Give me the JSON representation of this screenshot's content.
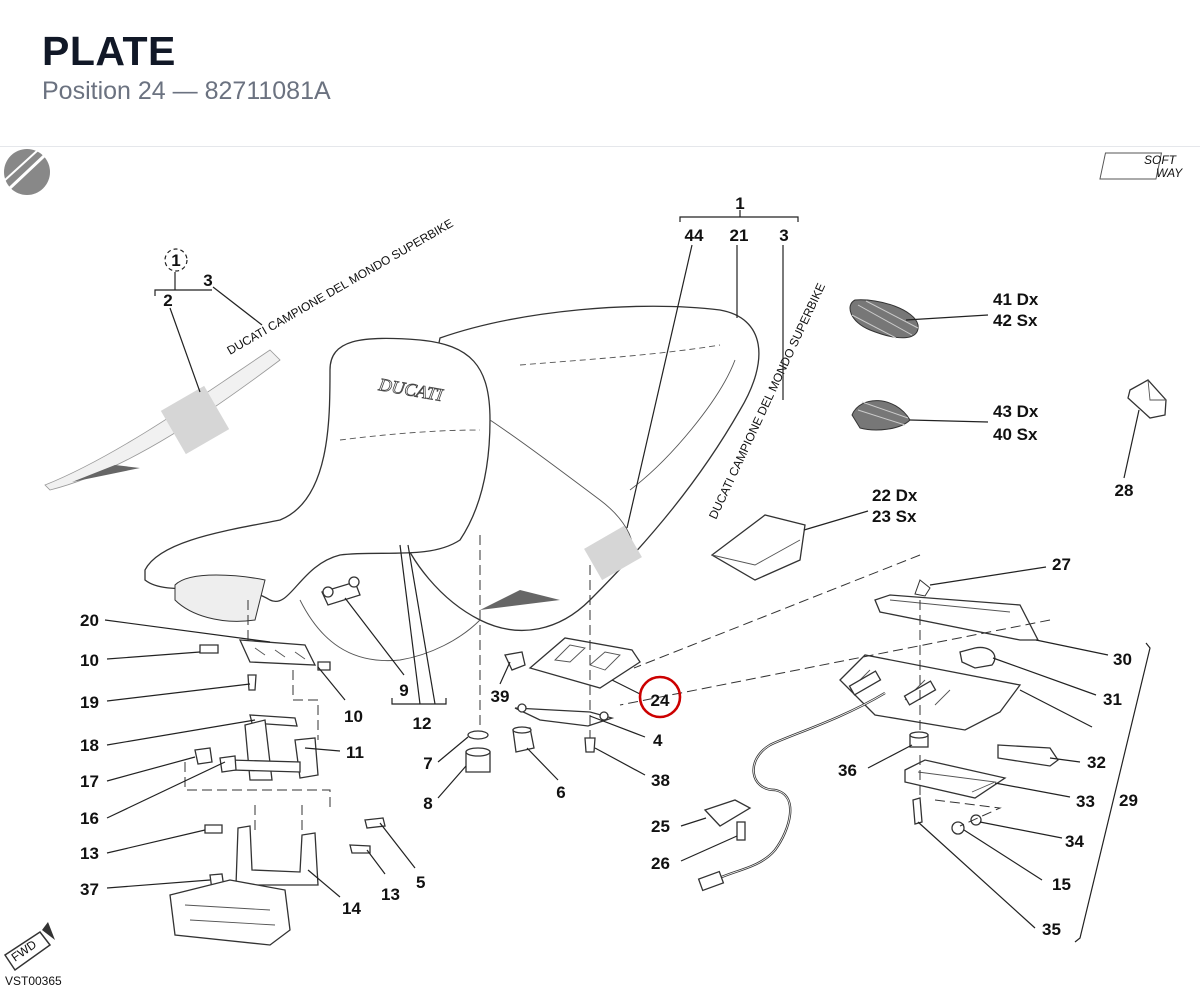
{
  "header": {
    "title": "PLATE",
    "position_label": "Position 24",
    "separator": "—",
    "part_number": "82711081A"
  },
  "diagram": {
    "code": "VST00365",
    "highlighted_callout": "24",
    "brand_mark": [
      "SOFT",
      "WAY"
    ],
    "fwd_badge": "FWD",
    "seat_logo": "DUCATI",
    "decal_text": "DUCATI CAMPIONE DEL MONDO SUPERBIKE",
    "callouts": [
      "1",
      "44",
      "21",
      "3",
      "2",
      "41 Dx",
      "42 Sx",
      "43 Dx",
      "40 Sx",
      "28",
      "22 Dx",
      "23 Sx",
      "27",
      "20",
      "10",
      "19",
      "18",
      "17",
      "16",
      "13",
      "37",
      "11",
      "5",
      "14",
      "9",
      "12",
      "39",
      "7",
      "8",
      "6",
      "4",
      "38",
      "25",
      "26",
      "30",
      "31",
      "32",
      "33",
      "29",
      "36",
      "34",
      "15",
      "35"
    ]
  },
  "colors": {
    "highlight": "#cc0000",
    "title": "#111827",
    "subtitle": "#6b7280"
  }
}
